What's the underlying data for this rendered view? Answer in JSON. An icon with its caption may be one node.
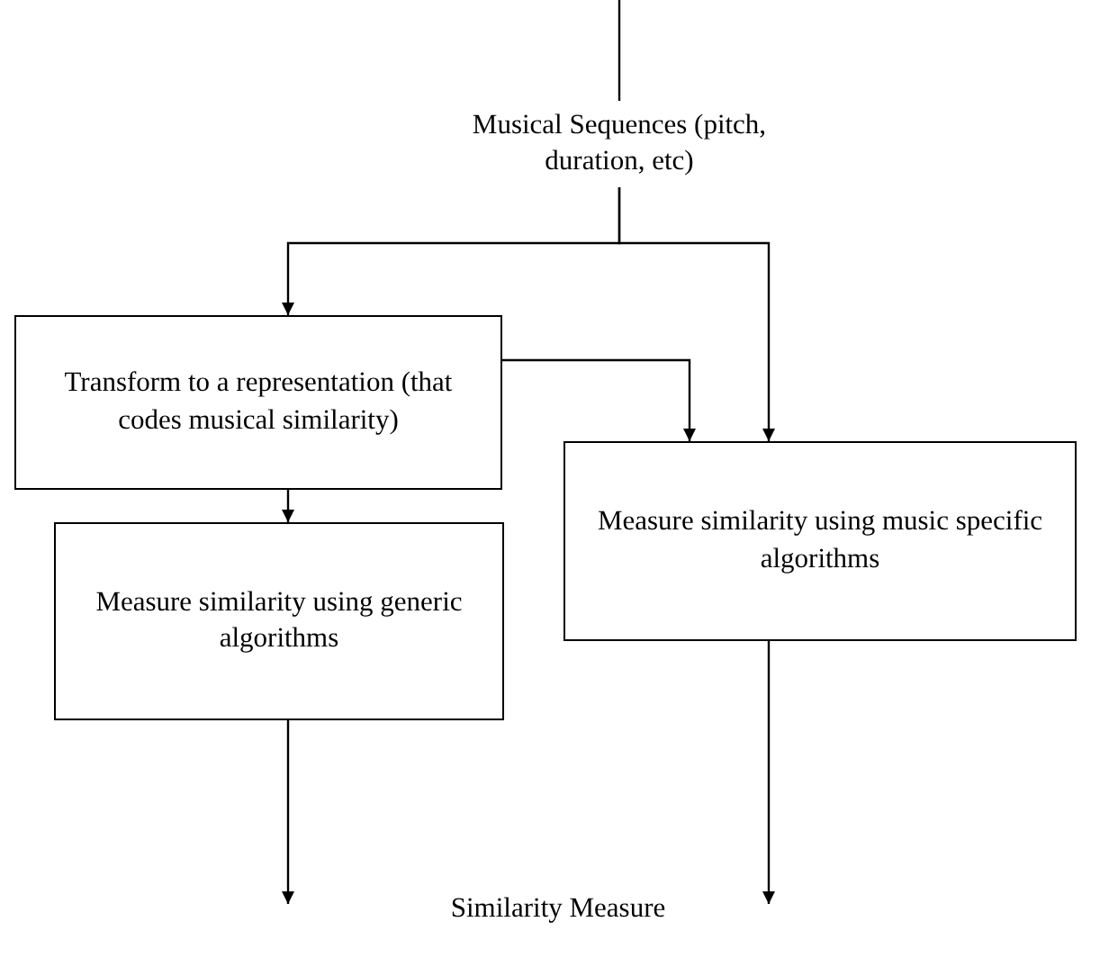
{
  "diagram": {
    "nodes": [
      {
        "text": [
          "Musical Sequences (pitch, duration, etc)"
        ]
      },
      {
        "text": [
          "Transform to a representation (that codes musical similarity)"
        ]
      },
      {
        "text": [
          "Measure similarity using generic algorithms"
        ]
      },
      {
        "text": [
          "Measure similarity using music specific algorithms"
        ]
      }
    ],
    "edges": [
      {
        "from": null,
        "to": 0,
        "arrow": "none"
      },
      {
        "from": 0,
        "to": 1,
        "arrow": "to"
      },
      {
        "from": 0,
        "to": 3,
        "arrow": "to"
      },
      {
        "from": 1,
        "to": 3,
        "arrow": "to"
      },
      {
        "from": 1,
        "to": 2,
        "arrow": "to"
      },
      {
        "from": 2,
        "to": null,
        "arrow": "to"
      },
      {
        "from": 3,
        "to": null,
        "arrow": "to"
      }
    ],
    "labels": [
      "Similarity Measure"
    ]
  }
}
